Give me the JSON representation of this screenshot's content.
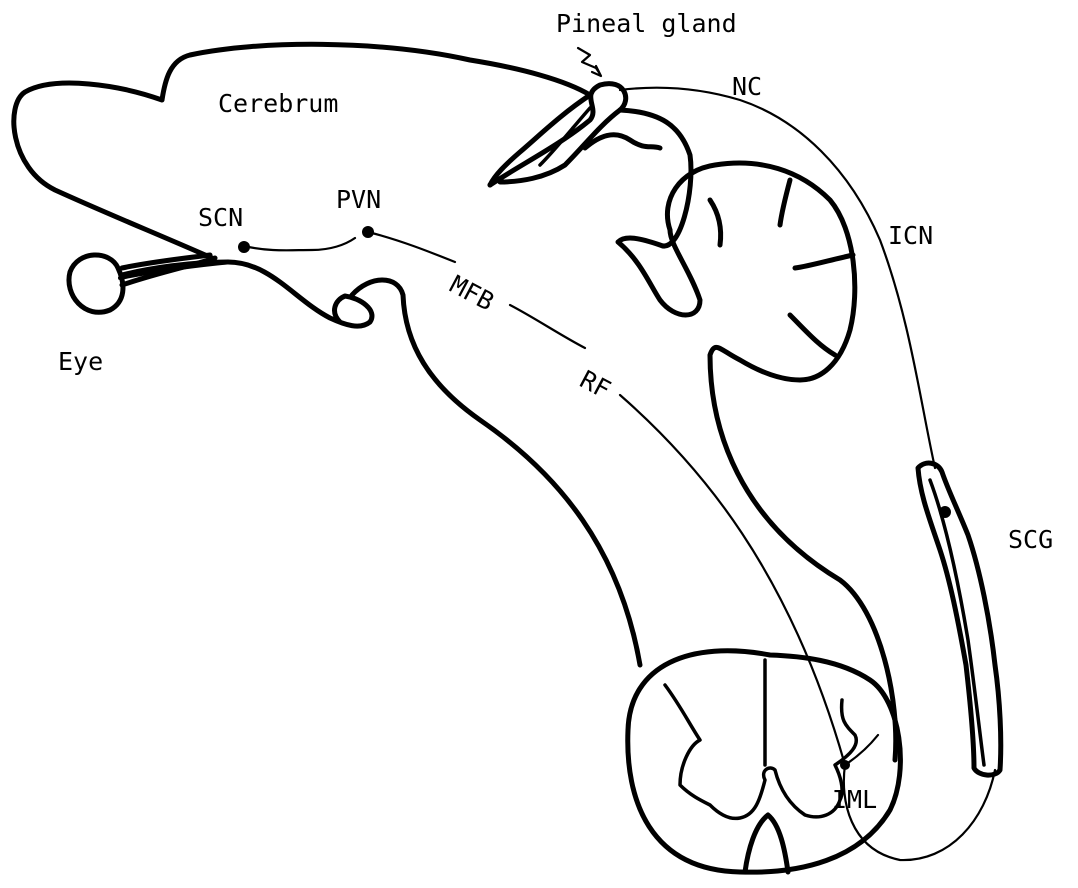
{
  "labels": {
    "pineal": "Pineal gland",
    "nc": "NC",
    "cerebrum": "Cerebrum",
    "icn": "ICN",
    "scn": "SCN",
    "pvn": "PVN",
    "mfb": "MFB",
    "eye": "Eye",
    "rf": "RF",
    "scg": "SCG",
    "iml": "IML"
  }
}
